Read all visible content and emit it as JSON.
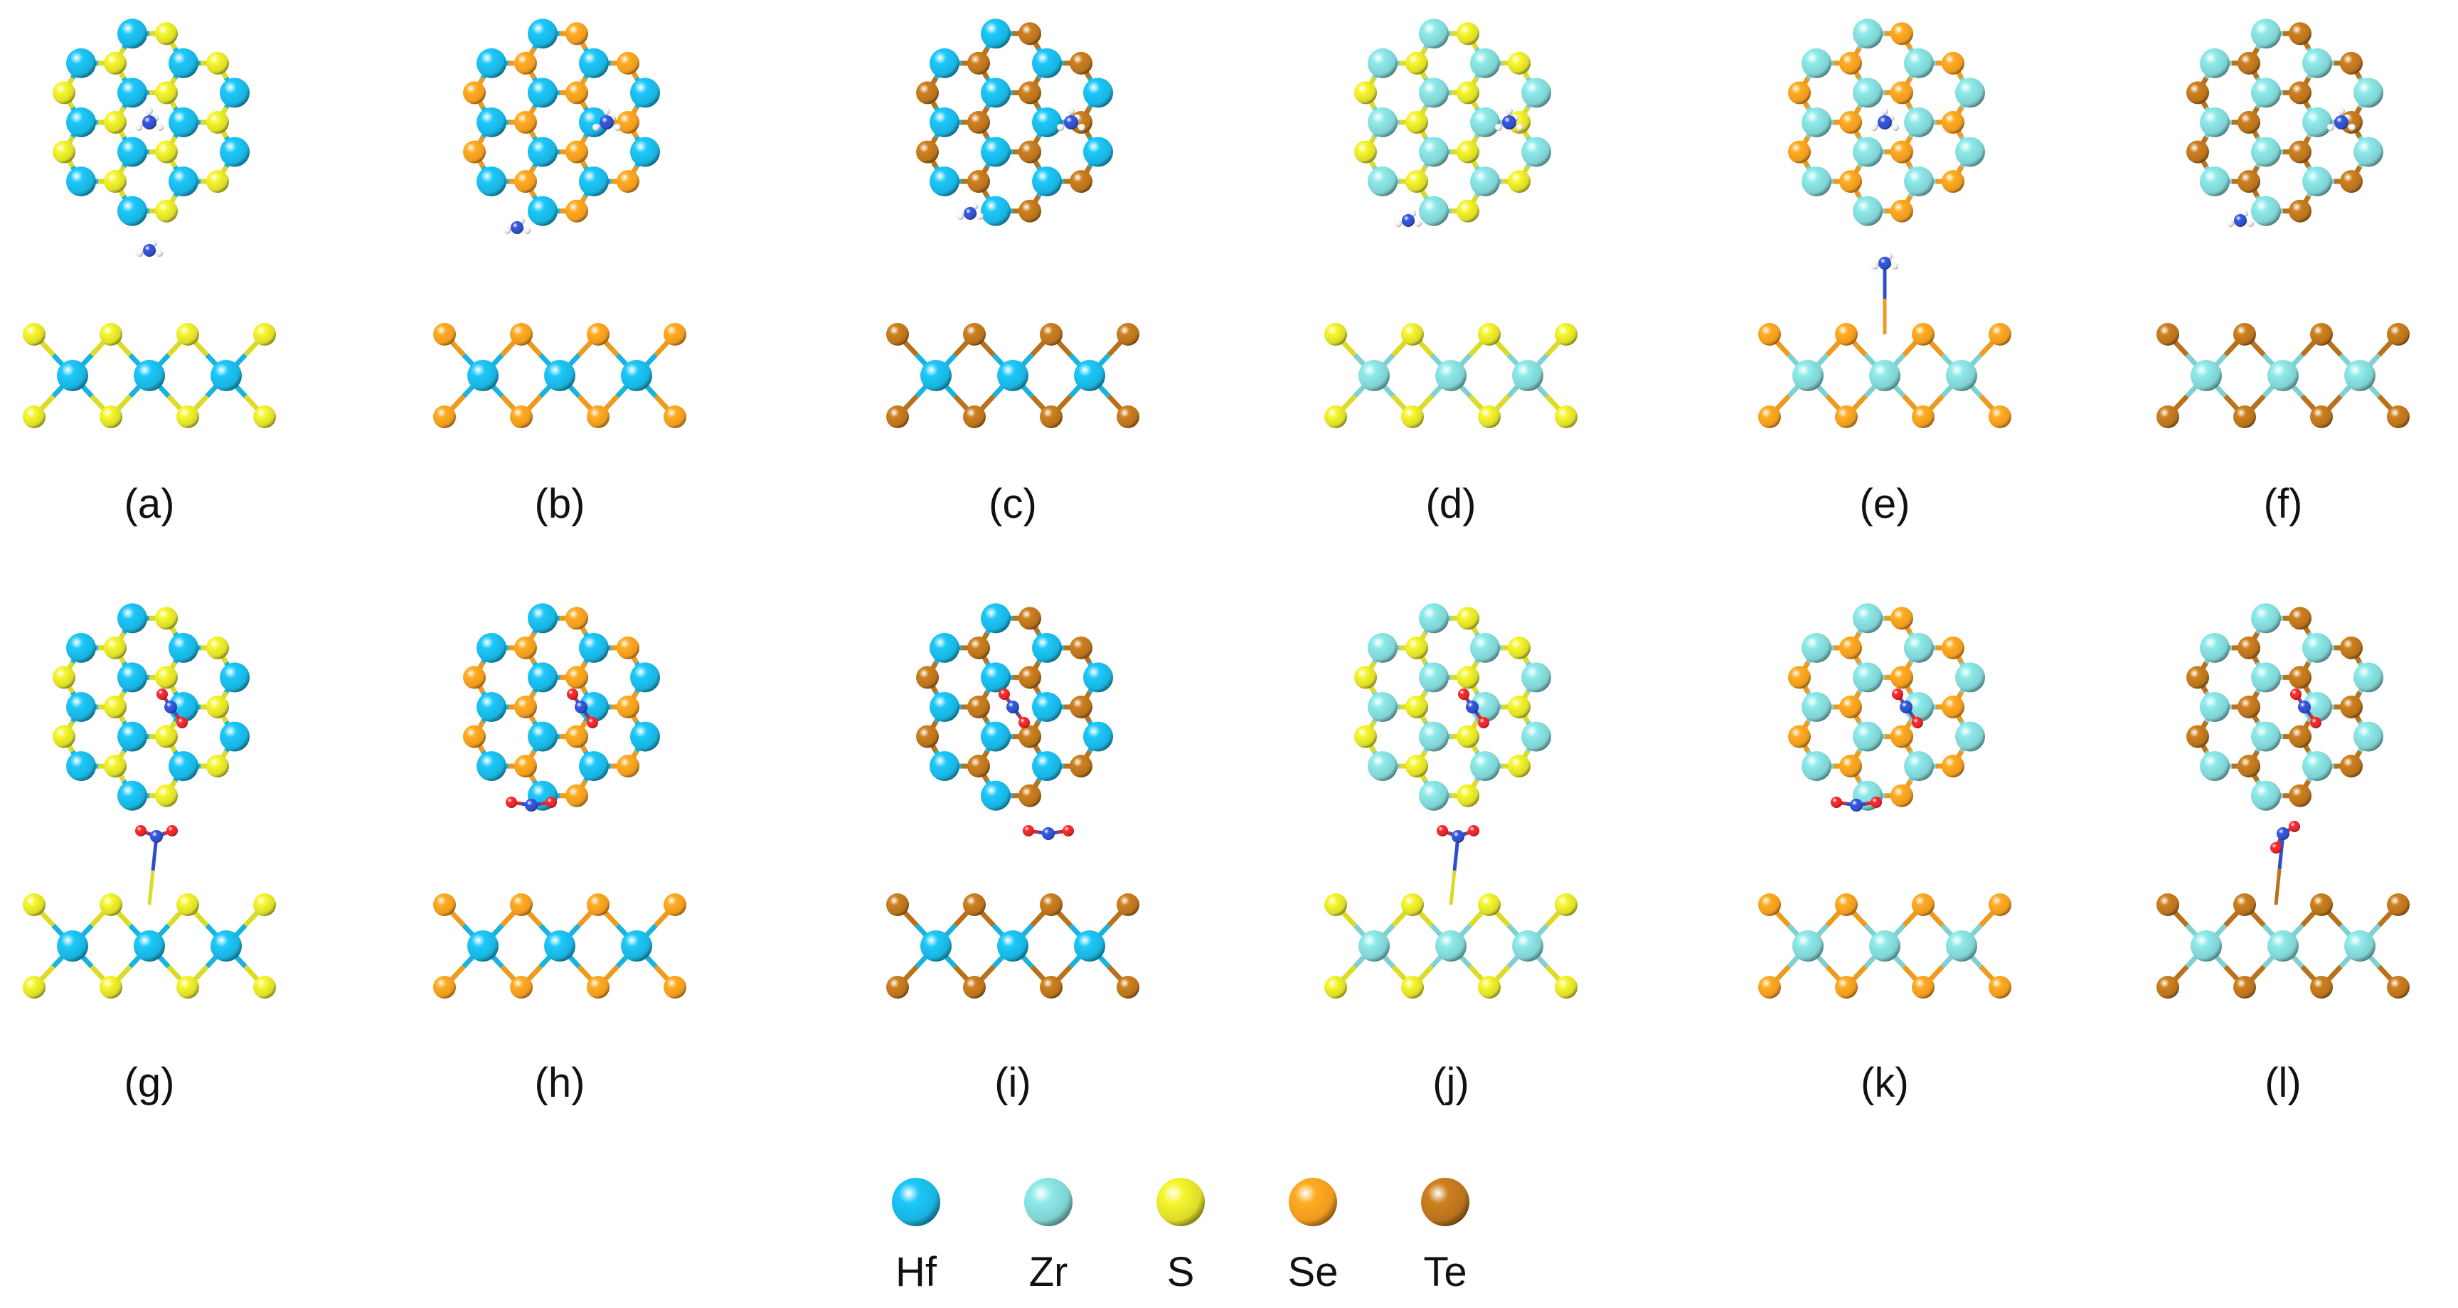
{
  "figure": {
    "panels": [
      {
        "label": "(a)",
        "metal": "Hf",
        "chalcogen": "S",
        "molecule": "NH3"
      },
      {
        "label": "(b)",
        "metal": "Hf",
        "chalcogen": "Se",
        "molecule": "NH3"
      },
      {
        "label": "(c)",
        "metal": "Hf",
        "chalcogen": "Te",
        "molecule": "NH3"
      },
      {
        "label": "(d)",
        "metal": "Zr",
        "chalcogen": "S",
        "molecule": "NH3"
      },
      {
        "label": "(e)",
        "metal": "Zr",
        "chalcogen": "Se",
        "molecule": "NH3"
      },
      {
        "label": "(f)",
        "metal": "Zr",
        "chalcogen": "Te",
        "molecule": "NH3"
      },
      {
        "label": "(g)",
        "metal": "Hf",
        "chalcogen": "S",
        "molecule": "NO2"
      },
      {
        "label": "(h)",
        "metal": "Hf",
        "chalcogen": "Se",
        "molecule": "NO2"
      },
      {
        "label": "(i)",
        "metal": "Hf",
        "chalcogen": "Te",
        "molecule": "NO2"
      },
      {
        "label": "(j)",
        "metal": "Zr",
        "chalcogen": "S",
        "molecule": "NO2"
      },
      {
        "label": "(k)",
        "metal": "Zr",
        "chalcogen": "Se",
        "molecule": "NO2"
      },
      {
        "label": "(l)",
        "metal": "Zr",
        "chalcogen": "Te",
        "molecule": "NO2"
      }
    ],
    "legend": [
      {
        "label": "Hf",
        "color": "#19b3df"
      },
      {
        "label": "Zr",
        "color": "#7fd1d1"
      },
      {
        "label": "S",
        "color": "#dcdc28"
      },
      {
        "label": "Se",
        "color": "#ee9a1e"
      },
      {
        "label": "Te",
        "color": "#b8721c"
      }
    ],
    "colors": {
      "N": "#2f4fc8",
      "O": "#e0262a",
      "H": "#e0e0e0",
      "bond_metal_S": "#8fd0c8",
      "highlight": "#ffffff"
    }
  }
}
